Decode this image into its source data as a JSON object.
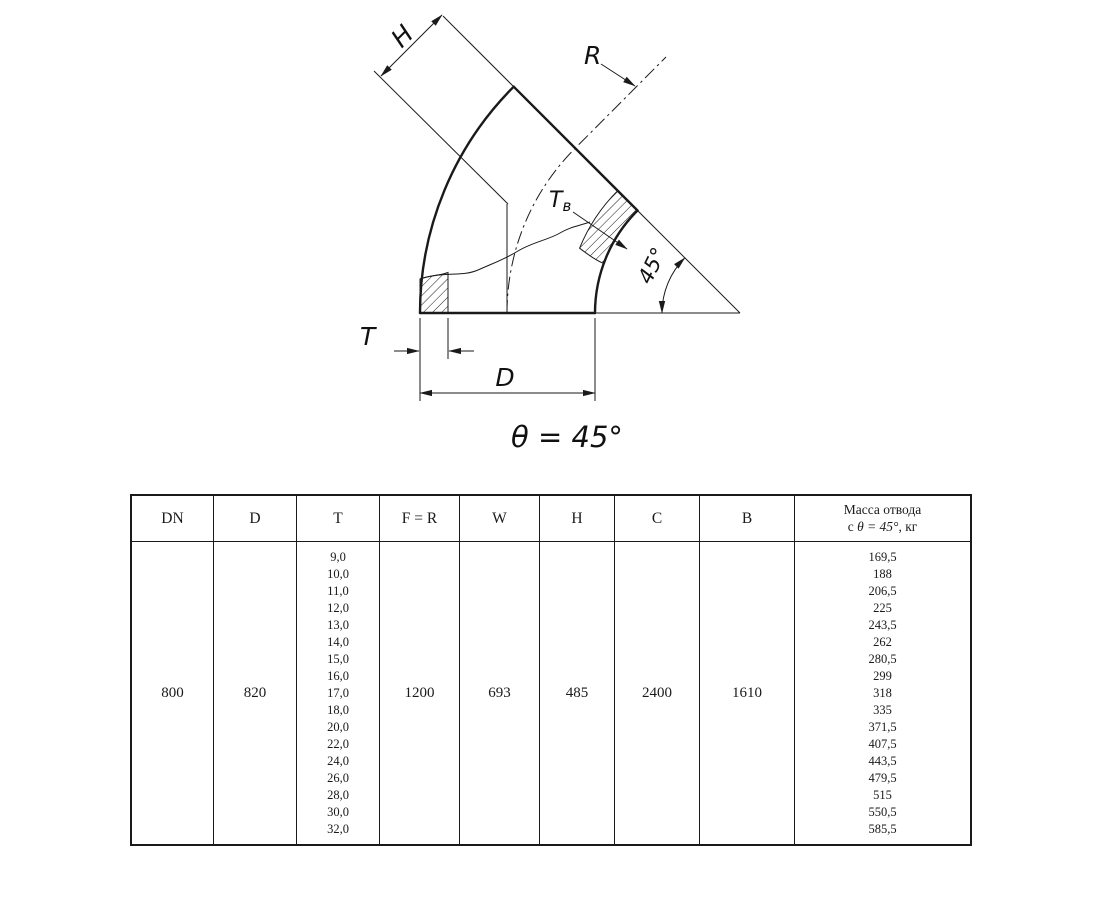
{
  "drawing": {
    "labels": {
      "h": "H",
      "r": "R",
      "t_wall_main": "T",
      "t_wall_sub": "в",
      "angle": "45°",
      "t": "T",
      "d": "D",
      "theta": "θ = 45°"
    }
  },
  "table": {
    "headers": [
      "DN",
      "D",
      "T",
      "F = R",
      "W",
      "H",
      "C",
      "B"
    ],
    "mass_header": {
      "line1": "Масса отвода",
      "prefix": "с ",
      "italic": "θ = 45°",
      "suffix": ", кг"
    },
    "dn": "800",
    "d": "820",
    "t_values": [
      "9,0",
      "10,0",
      "11,0",
      "12,0",
      "13,0",
      "14,0",
      "15,0",
      "16,0",
      "17,0",
      "18,0",
      "20,0",
      "22,0",
      "24,0",
      "26,0",
      "28,0",
      "30,0",
      "32,0"
    ],
    "f_r": "1200",
    "w": "693",
    "h": "485",
    "c": "2400",
    "b": "1610",
    "mass_values": [
      "169,5",
      "188",
      "206,5",
      "225",
      "243,5",
      "262",
      "280,5",
      "299",
      "318",
      "335",
      "371,5",
      "407,5",
      "443,5",
      "479,5",
      "515",
      "550,5",
      "585,5"
    ]
  }
}
